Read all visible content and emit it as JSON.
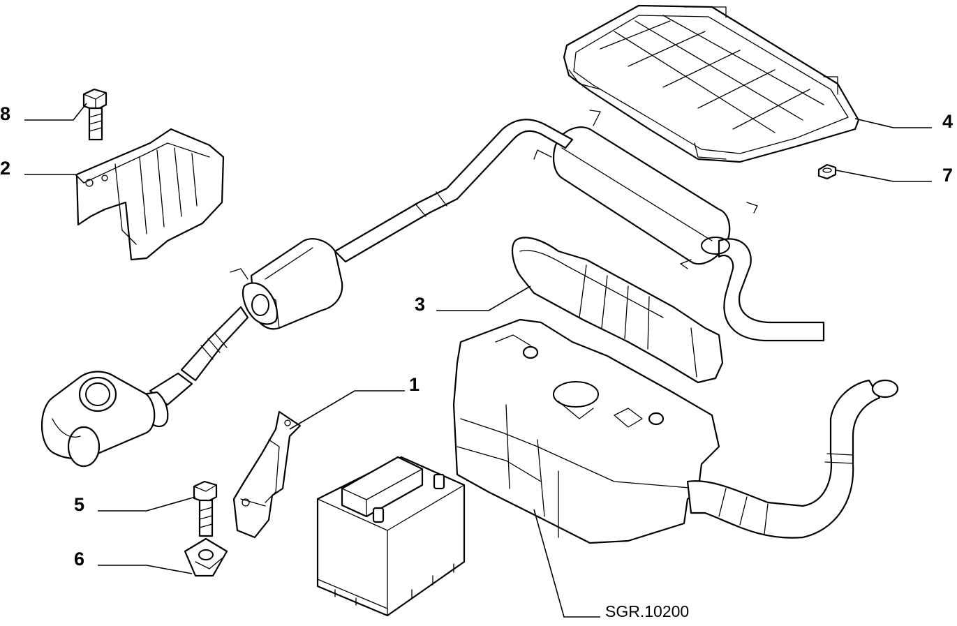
{
  "diagram": {
    "reference_code": "SGR.10200",
    "callouts": [
      {
        "id": "1",
        "label": "1"
      },
      {
        "id": "2",
        "label": "2"
      },
      {
        "id": "3",
        "label": "3"
      },
      {
        "id": "4",
        "label": "4"
      },
      {
        "id": "5",
        "label": "5"
      },
      {
        "id": "6",
        "label": "6"
      },
      {
        "id": "7",
        "label": "7"
      },
      {
        "id": "8",
        "label": "8"
      }
    ]
  }
}
